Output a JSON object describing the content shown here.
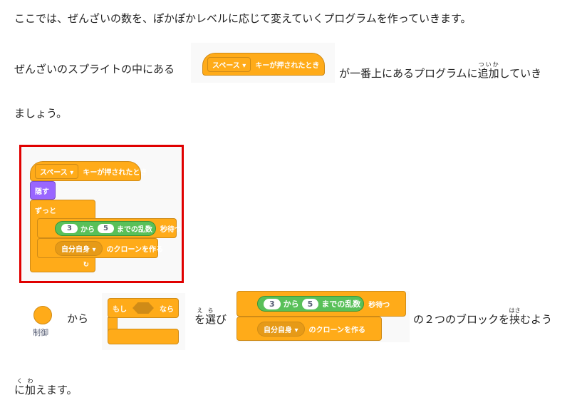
{
  "paragraphs": {
    "p1": "ここでは、ぜんざいの数を、ぽかぽかレベルに応じて変えていくプログラムを作っていきます。",
    "p2a": "ぜんざいのスプライトの中にある",
    "p2b": "が一番上にあるプログラムに",
    "p2c_base": "追加",
    "p2c_ruby": "ついか",
    "p2d": "していき",
    "p3": "ましょう。",
    "p4a": "から",
    "p4b_base": "を選",
    "p4b_ruby": "えら",
    "p4b2": "び",
    "p4c": "の２つのブロックを",
    "p4d_base": "挟",
    "p4d_ruby": "はさ",
    "p4e": "むよう",
    "p5_base": "に加",
    "p5_ruby": "くわ",
    "p5b": "えます。"
  },
  "blocks": {
    "key_dropdown": "スペース",
    "when_key": "キーが押されたとき",
    "hide": "隠す",
    "forever": "ずっと",
    "rand_from": "3",
    "kara": "から",
    "rand_to": "5",
    "rand_label": "までの乱数",
    "wait": "秒待つ",
    "clone_dropdown": "自分自身",
    "clone_label": "のクローンを作る",
    "if": "もし",
    "then": "なら",
    "category": "制御",
    "loop_arrow": "↻"
  },
  "colors": {
    "control": "#ffab19",
    "looks": "#9966ff",
    "operators": "#59c059",
    "highlight": "#e00000"
  }
}
